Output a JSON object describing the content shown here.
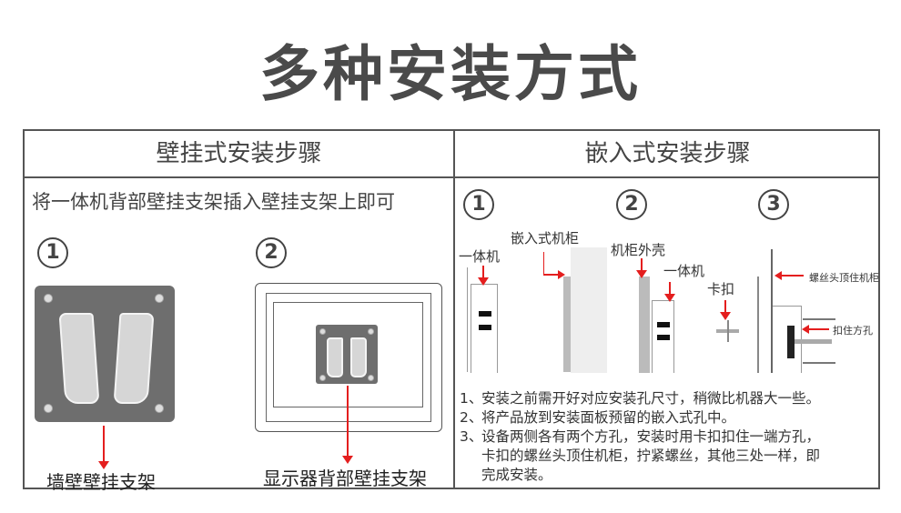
{
  "title": "多种安装方式",
  "wall_mount": {
    "heading": "壁挂式安装步骤",
    "description": "将一体机背部壁挂支架插入壁挂支架上即可",
    "steps": [
      {
        "number": "1",
        "caption": "墙壁壁挂支架"
      },
      {
        "number": "2",
        "caption": "显示器背部壁挂支架"
      }
    ]
  },
  "embedded_mount": {
    "heading": "嵌入式安装步骤",
    "steps": [
      {
        "number": "1",
        "labels": [
          "嵌入式机柜",
          "一体机"
        ]
      },
      {
        "number": "2",
        "labels": [
          "机柜外壳",
          "一体机",
          "卡扣"
        ]
      },
      {
        "number": "3",
        "labels": [
          "螺丝头顶住机柜",
          "扣住方孔"
        ]
      }
    ],
    "notes": [
      {
        "num": "1、",
        "text": "安装之前需开好对应安装孔尺寸，稍微比机器大一些。"
      },
      {
        "num": "2、",
        "text": "将产品放到安装面板预留的嵌入式孔中。"
      },
      {
        "num": "3、",
        "text": "设备两侧各有两个方孔，安装时用卡扣扣住一端方孔，"
      },
      {
        "num": "",
        "text": "卡扣的螺丝头顶住机柜，拧紧螺丝，其他三处一样，即"
      },
      {
        "num": "",
        "text": "完成安装。"
      }
    ]
  },
  "colors": {
    "text": "#444444",
    "border": "#555555",
    "arrow": "#e41e1e",
    "plate": "#6e6e6e"
  }
}
